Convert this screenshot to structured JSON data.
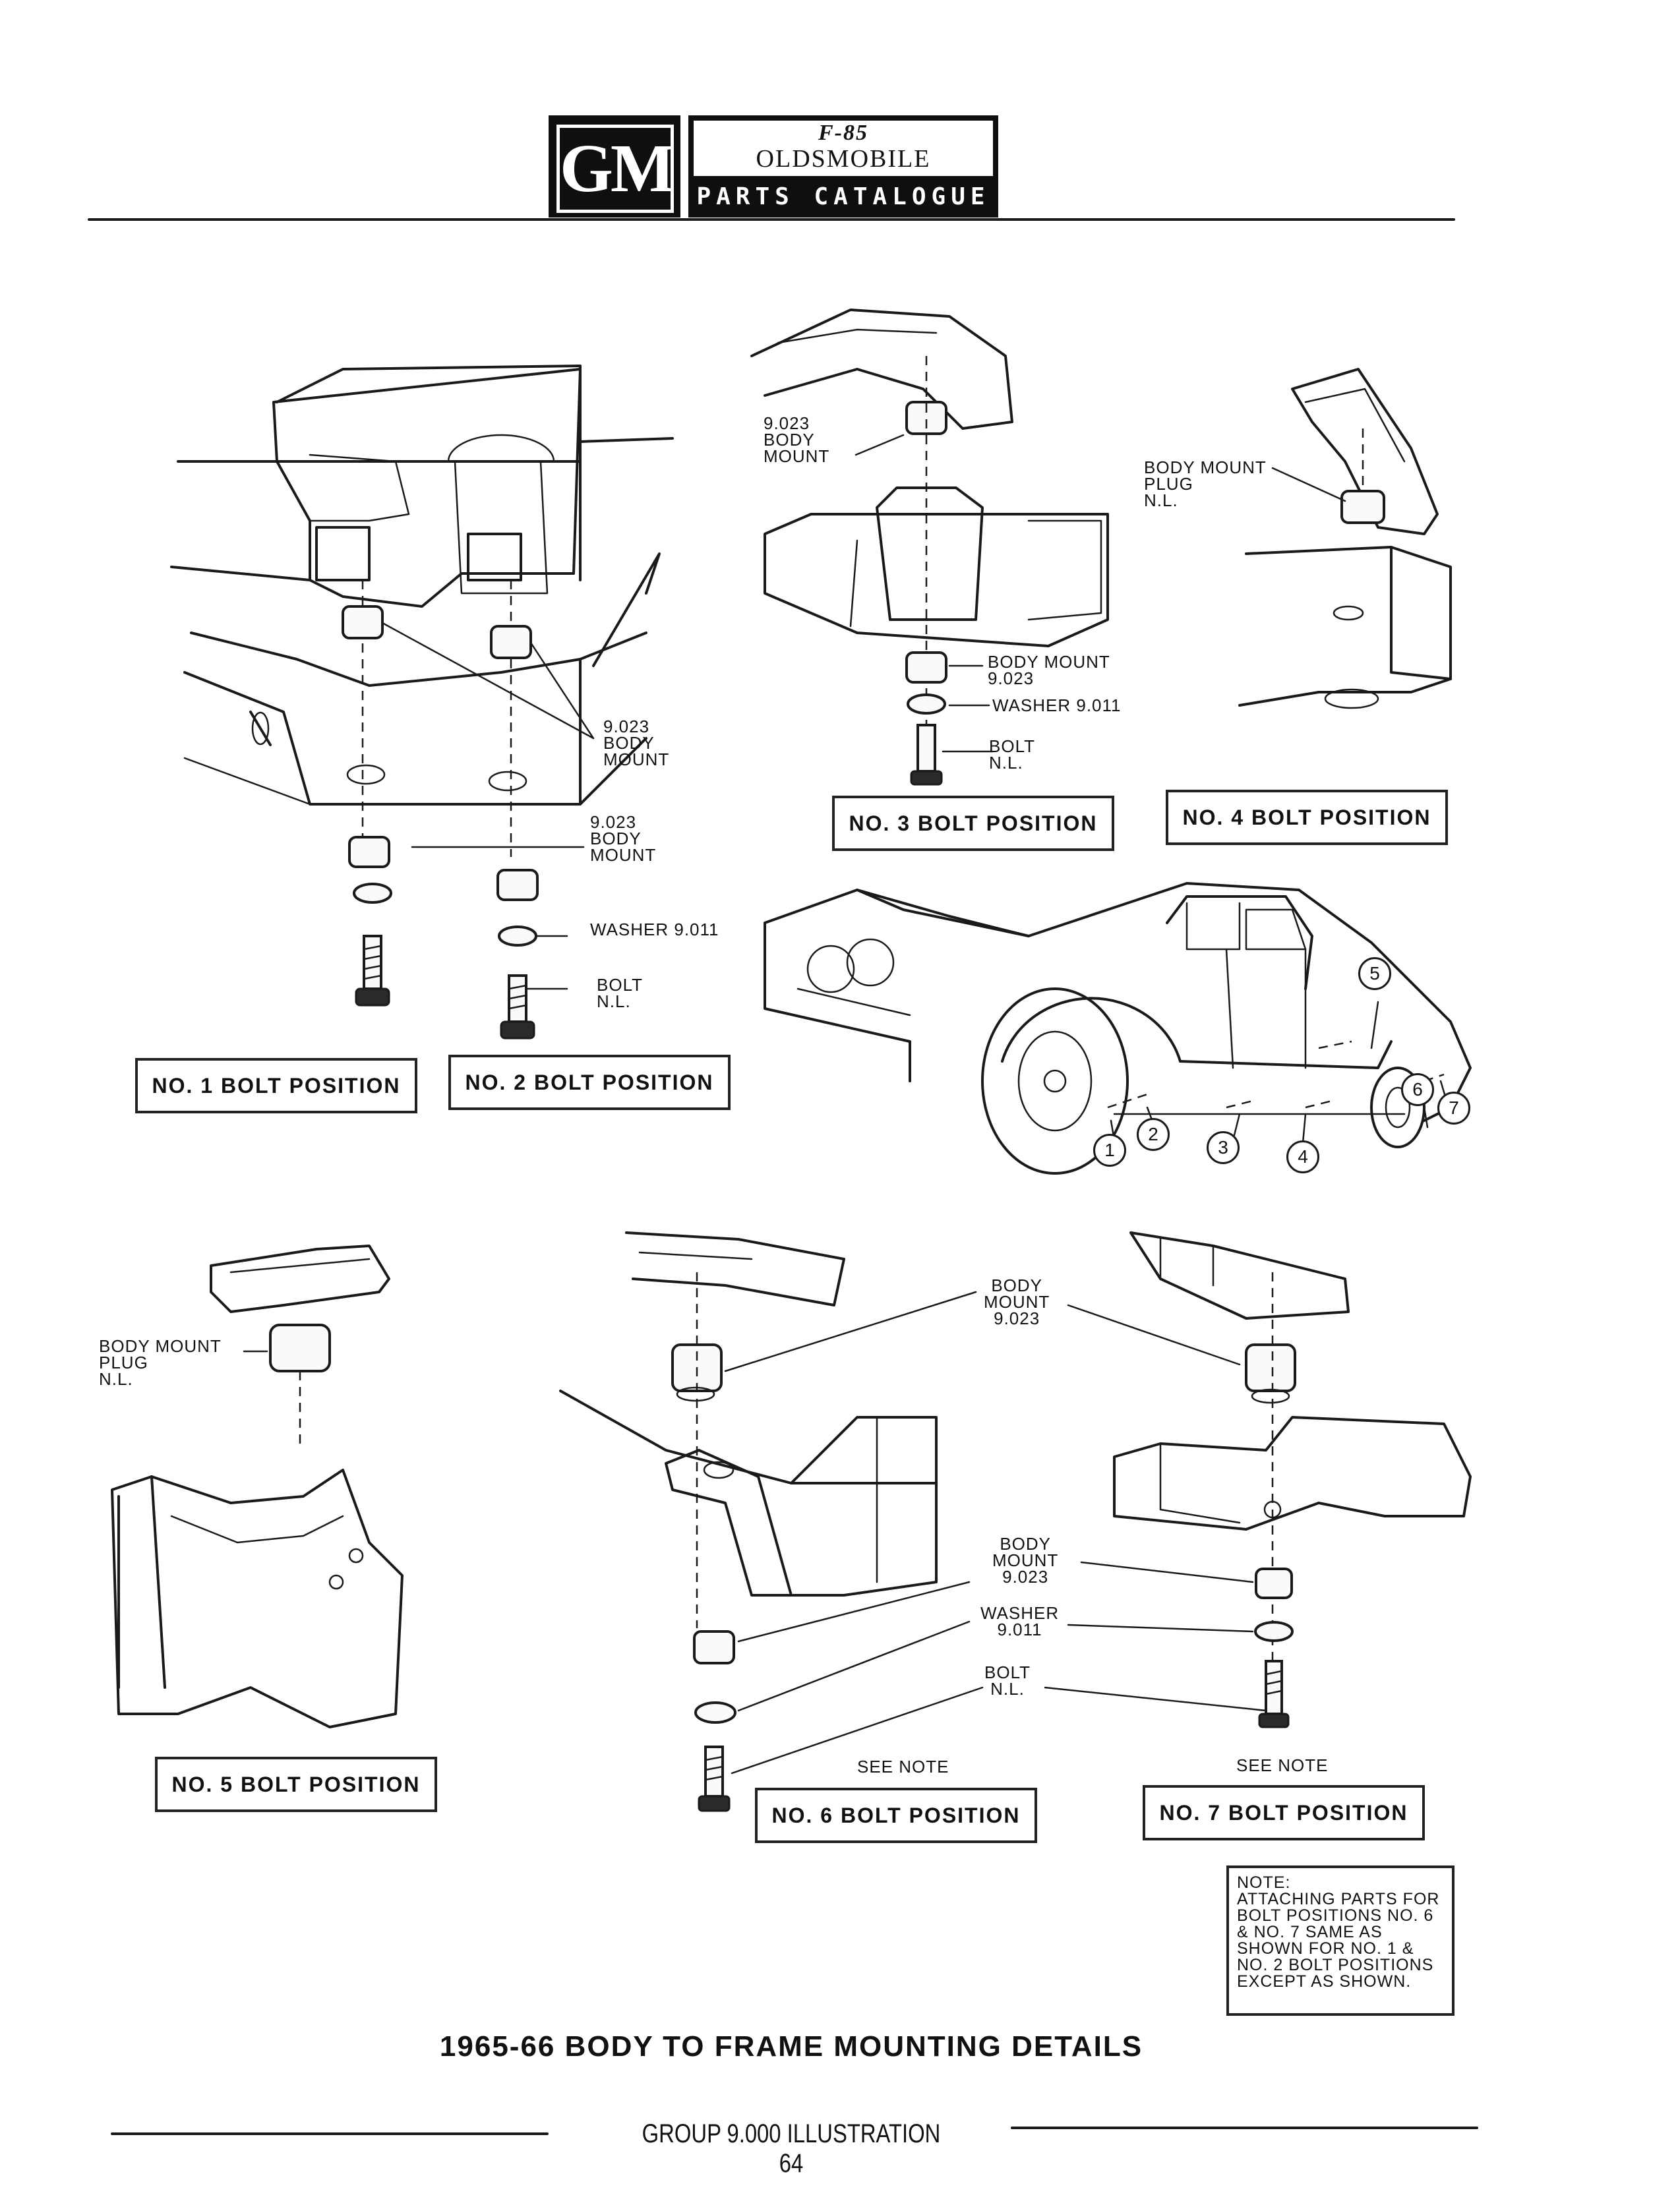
{
  "header": {
    "brand": "GM",
    "model": "F-85",
    "make": "OLDSMOBILE",
    "catalogue": "PARTS CATALOGUE"
  },
  "labels": {
    "pos1": "NO. 1 BOLT POSITION",
    "pos2": "NO. 2 BOLT POSITION",
    "pos3": "NO. 3 BOLT POSITION",
    "pos4": "NO. 4 BOLT POSITION",
    "pos5": "NO. 5 BOLT POSITION",
    "pos6": "NO. 6 BOLT POSITION",
    "pos7": "NO. 7 BOLT POSITION"
  },
  "callouts": {
    "p1_mount_upper": "9.023\nBODY\nMOUNT",
    "p1_mount_lower": "9.023\nBODY\nMOUNT",
    "p1_washer": "WASHER 9.011",
    "p1_bolt": "BOLT\nN.L.",
    "p3_mount_upper": "9.023\nBODY\nMOUNT",
    "p3_mount_lower": "BODY MOUNT\n9.023",
    "p3_washer": "WASHER 9.011",
    "p3_bolt": "BOLT\nN.L.",
    "p4_plug": "BODY MOUNT\nPLUG\nN.L.",
    "p5_plug": "BODY MOUNT\nPLUG\nN.L.",
    "p67_mount_upper": "BODY\nMOUNT\n9.023",
    "p67_mount_lower": "BODY\nMOUNT\n9.023",
    "p67_washer": "WASHER\n9.011",
    "p67_bolt": "BOLT\nN.L.",
    "see_note_6": "SEE NOTE",
    "see_note_7": "SEE NOTE"
  },
  "car_positions": [
    "1",
    "2",
    "3",
    "4",
    "5",
    "6",
    "7"
  ],
  "note": {
    "title": "NOTE:",
    "body": "ATTACHING PARTS FOR\nBOLT POSITIONS NO. 6\n& NO. 7 SAME AS\nSHOWN FOR NO. 1 &\nNO. 2 BOLT POSITIONS\nEXCEPT AS SHOWN."
  },
  "title": "1965-66 BODY TO FRAME MOUNTING DETAILS",
  "footer": "GROUP 9.000 ILLUSTRATION 64"
}
